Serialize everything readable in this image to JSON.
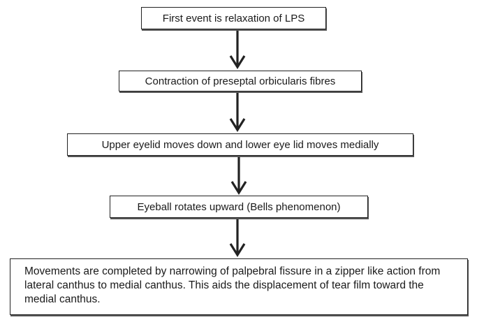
{
  "steps": [
    {
      "text": "First event is relaxation of LPS"
    },
    {
      "text": "Contraction of preseptal orbicularis fibres"
    },
    {
      "text": "Upper eyelid moves down and lower eye lid moves medially"
    },
    {
      "text": "Eyeball rotates upward (Bells phenomenon)"
    },
    {
      "text": "Movements are completed by narrowing of palpebral fissure in a zipper like action from lateral canthus to medial canthus. This aids the displacement of tear film toward the medial canthus."
    }
  ],
  "colors": {
    "stroke": "#222222",
    "background": "#ffffff"
  }
}
